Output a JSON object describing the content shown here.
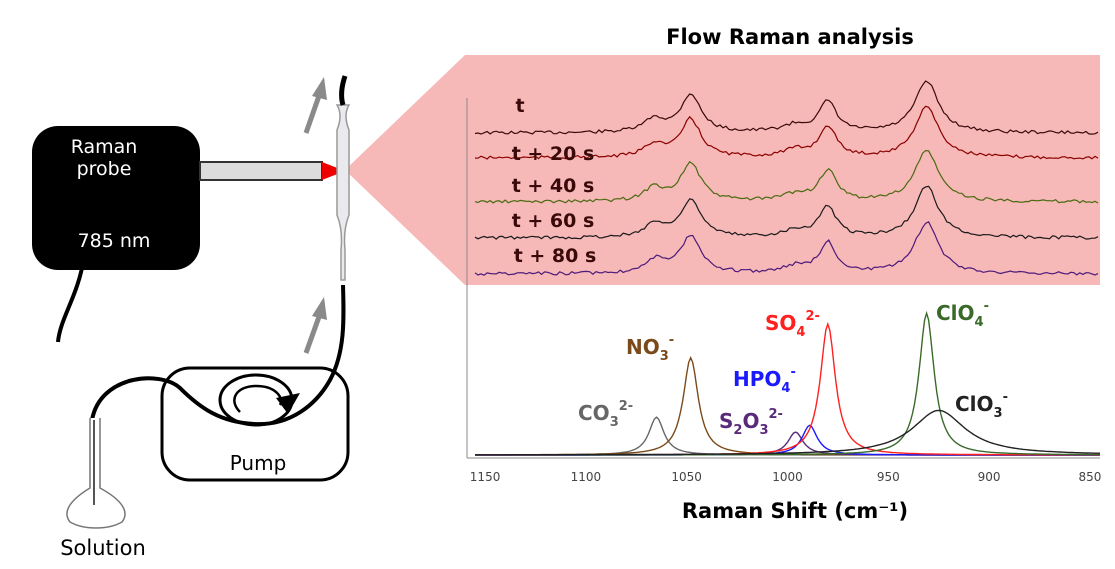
{
  "title": "Flow Raman analysis",
  "probe": {
    "line1": "Raman",
    "line2": "probe",
    "wavelength": "785 nm"
  },
  "pump_label": "Pump",
  "solution_label": "Solution",
  "colors": {
    "pink_panel": "#f7b8b8",
    "probe_box": "#000000",
    "laser": "#e00000"
  },
  "timepoints": [
    {
      "label": "t",
      "color": "#3a0a0a"
    },
    {
      "label": "t + 20 s",
      "color": "#8b0000"
    },
    {
      "label": "t + 40 s",
      "color": "#4a6a10"
    },
    {
      "label": "t + 60 s",
      "color": "#1a1a1a"
    },
    {
      "label": "t + 80 s",
      "color": "#4b1a7a"
    }
  ],
  "species": [
    {
      "name": "CO",
      "sub": "3",
      "sup": "2-",
      "color": "#666666",
      "center": 1065,
      "height": 0.28
    },
    {
      "name": "NO",
      "sub": "3",
      "sup": "-",
      "color": "#7a4a1a",
      "center": 1048,
      "height": 0.72
    },
    {
      "name": "S",
      "sub": "2",
      "mid": "O",
      "sub2": "3",
      "sup": "2-",
      "color": "#5a2a7a",
      "center": 996,
      "height": 0.17
    },
    {
      "name": "HPO",
      "sub": "4",
      "sup": "-",
      "color": "#1a1aff",
      "center": 989,
      "height": 0.22
    },
    {
      "name": "SO",
      "sub": "4",
      "sup": "2-",
      "color": "#ff2020",
      "center": 980,
      "height": 0.97
    },
    {
      "name": "ClO",
      "sub": "4",
      "sup": "-",
      "color": "#3a6a2a",
      "center": 931,
      "height": 1.05
    },
    {
      "name": "ClO",
      "sub": "3",
      "sup": "-",
      "color": "#222222",
      "center": 925,
      "height": 0.33
    }
  ],
  "chart_data": {
    "type": "line",
    "xlabel": "Raman Shift (cm⁻¹)",
    "x_ticks": [
      "1150",
      "1100",
      "1050",
      "1000",
      "950",
      "900",
      "850"
    ],
    "xlim": [
      1155,
      845
    ],
    "series": [
      {
        "name": "CO3 2-",
        "peaks": [
          [
            1065,
            0.28
          ]
        ]
      },
      {
        "name": "NO3 -",
        "peaks": [
          [
            1048,
            0.72
          ]
        ]
      },
      {
        "name": "S2O3 2-",
        "peaks": [
          [
            996,
            0.17
          ]
        ]
      },
      {
        "name": "HPO4 -",
        "peaks": [
          [
            989,
            0.22
          ]
        ]
      },
      {
        "name": "SO4 2-",
        "peaks": [
          [
            980,
            0.97
          ]
        ]
      },
      {
        "name": "ClO4 -",
        "peaks": [
          [
            931,
            1.05
          ]
        ]
      },
      {
        "name": "ClO3 -",
        "peaks": [
          [
            925,
            0.33
          ]
        ]
      }
    ]
  }
}
